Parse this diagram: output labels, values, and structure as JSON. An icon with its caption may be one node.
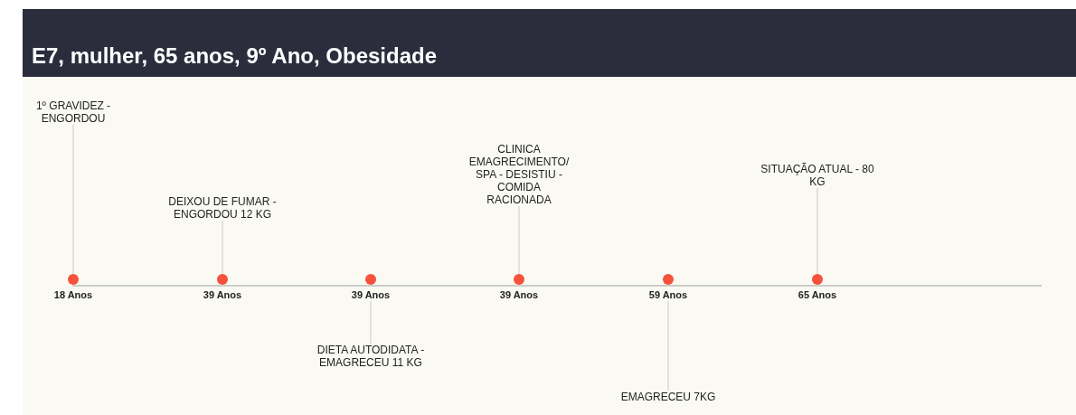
{
  "diagram": {
    "title": "E7, mulher, 65 anos, 9º Ano, Obesidade",
    "nodes": [
      {
        "text": [
          "1º GRAVIDEZ - ENGORDOU"
        ]
      },
      {
        "text": [],
        "shape": "circle",
        "beside": [
          "18 Anos"
        ]
      },
      {
        "text": [
          "DEIXOU DE FUMAR - ENGORDOU 12 KG"
        ]
      },
      {
        "text": [],
        "shape": "circle",
        "beside": [
          "39 Anos"
        ]
      },
      {
        "text": [],
        "shape": "circle",
        "beside": [
          "39 Anos"
        ]
      },
      {
        "text": [
          "DIETA AUTODIDATA - EMAGRECEU 11 KG"
        ]
      },
      {
        "text": [
          "CLINICA EMAGRECIMENTO/ SPA - DESISTIU - COMIDA RACIONADA"
        ]
      },
      {
        "text": [],
        "shape": "circle",
        "beside": [
          "39 Anos"
        ]
      },
      {
        "text": [],
        "shape": "circle",
        "beside": [
          "59 Anos"
        ]
      },
      {
        "text": [
          "EMAGRECEU 7KG"
        ]
      },
      {
        "text": [
          "SITUAÇÃO ATUAL - 80 KG"
        ]
      },
      {
        "text": [],
        "shape": "circle",
        "beside": [
          "65 Anos"
        ]
      }
    ],
    "edges": [
      {
        "from": 0,
        "to": 1,
        "arrow": "none"
      },
      {
        "from": 2,
        "to": 3,
        "arrow": "none"
      },
      {
        "from": 5,
        "to": 4,
        "arrow": "none"
      },
      {
        "from": 6,
        "to": 7,
        "arrow": "none"
      },
      {
        "from": 9,
        "to": 8,
        "arrow": "none"
      },
      {
        "from": 10,
        "to": 11,
        "arrow": "none"
      }
    ]
  }
}
